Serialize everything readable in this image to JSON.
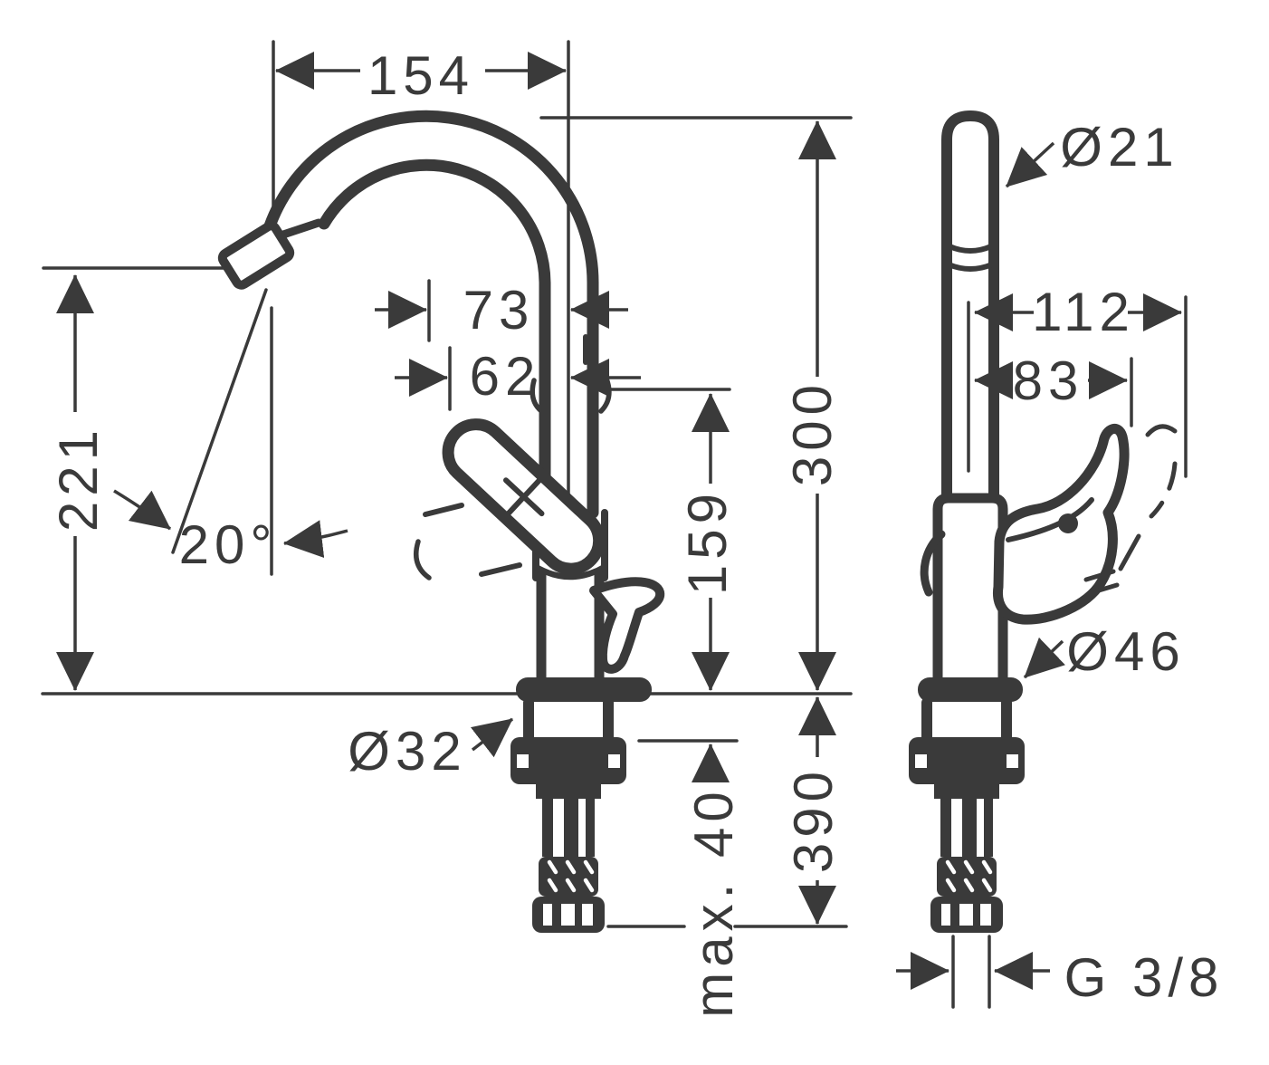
{
  "drawing": {
    "colors": {
      "ink": "#3a3a3a",
      "paper": "#ffffff"
    }
  },
  "front_view": {
    "dim_154": "154",
    "dim_73": "73",
    "dim_62": "62",
    "dim_221": "221",
    "angle_20": "20°",
    "dim_159": "159",
    "dim_300": "300",
    "dia_32": "Ø32",
    "max_40": "max. 40",
    "dim_390": "390"
  },
  "side_view": {
    "dia_21": "Ø21",
    "dim_112": "112",
    "dim_83": "83",
    "dia_46": "Ø46",
    "thread_g38": "G 3/8"
  }
}
